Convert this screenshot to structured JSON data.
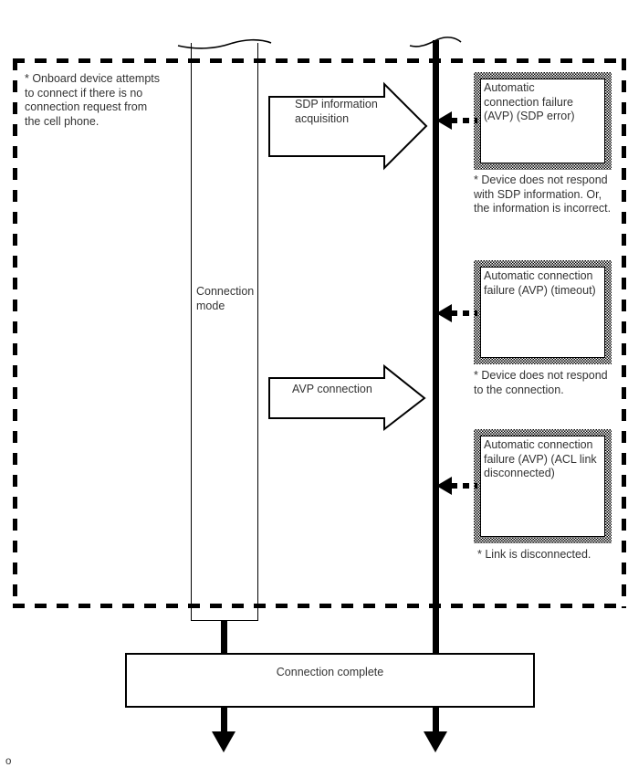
{
  "diagram": {
    "colors": {
      "line": "#000000",
      "text": "#333333",
      "background": "#ffffff"
    },
    "onboard_note": "* Onboard device attempts\nto connect if there is no\nconnection request from\nthe cell phone.",
    "connection_mode_label": "Connection\nmode",
    "sdp_arrow_label": "SDP information\nacquisition",
    "avp_arrow_label": "AVP connection",
    "failures": [
      {
        "label": "Automatic\nconnection failure\n(AVP) (SDP error)",
        "note": "* Device does not respond\nwith SDP information. Or,\nthe information is incorrect."
      },
      {
        "label": "Automatic connection\nfailure (AVP) (timeout)",
        "note": "* Device does not respond\nto the connection."
      },
      {
        "label": "Automatic connection\nfailure (AVP) (ACL link\ndisconnected)",
        "note": "* Link is disconnected."
      }
    ],
    "connection_complete_label": "Connection complete",
    "footer_char": "o"
  }
}
